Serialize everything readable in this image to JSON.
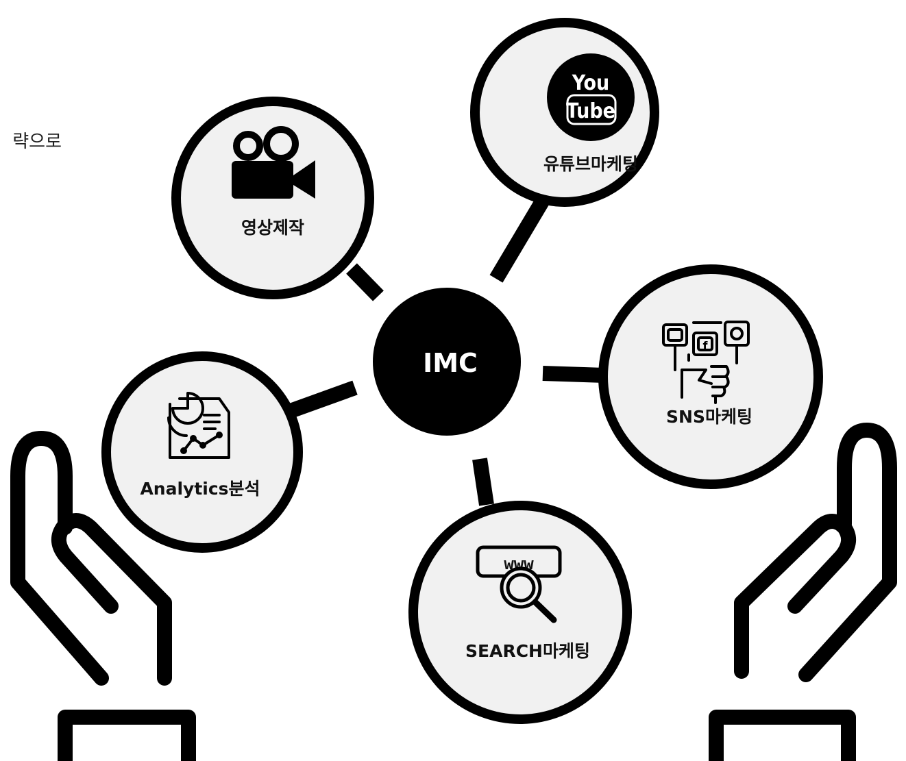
{
  "corner_text": "략으로",
  "center": {
    "label": "IMC"
  },
  "nodes": {
    "video": {
      "label": "영상제작",
      "icon": "video-camera-icon"
    },
    "youtube": {
      "label": "유튜브마케팅",
      "icon": "youtube-icon",
      "logo_you": "You",
      "logo_tube": "Tube"
    },
    "sns": {
      "label": "SNS마케팅",
      "icon": "social-media-hand-icon",
      "fb_glyph": "f"
    },
    "search": {
      "label": "SEARCH마케팅",
      "icon": "www-search-icon",
      "www": "www"
    },
    "analytics": {
      "label": "Analytics분석",
      "icon": "analytics-report-icon"
    }
  },
  "decorations": {
    "left": "left-hand-icon",
    "right": "right-hand-icon"
  },
  "colors": {
    "node_fill": "#f1f1f1",
    "stroke": "#000000",
    "center_fill": "#000000"
  }
}
